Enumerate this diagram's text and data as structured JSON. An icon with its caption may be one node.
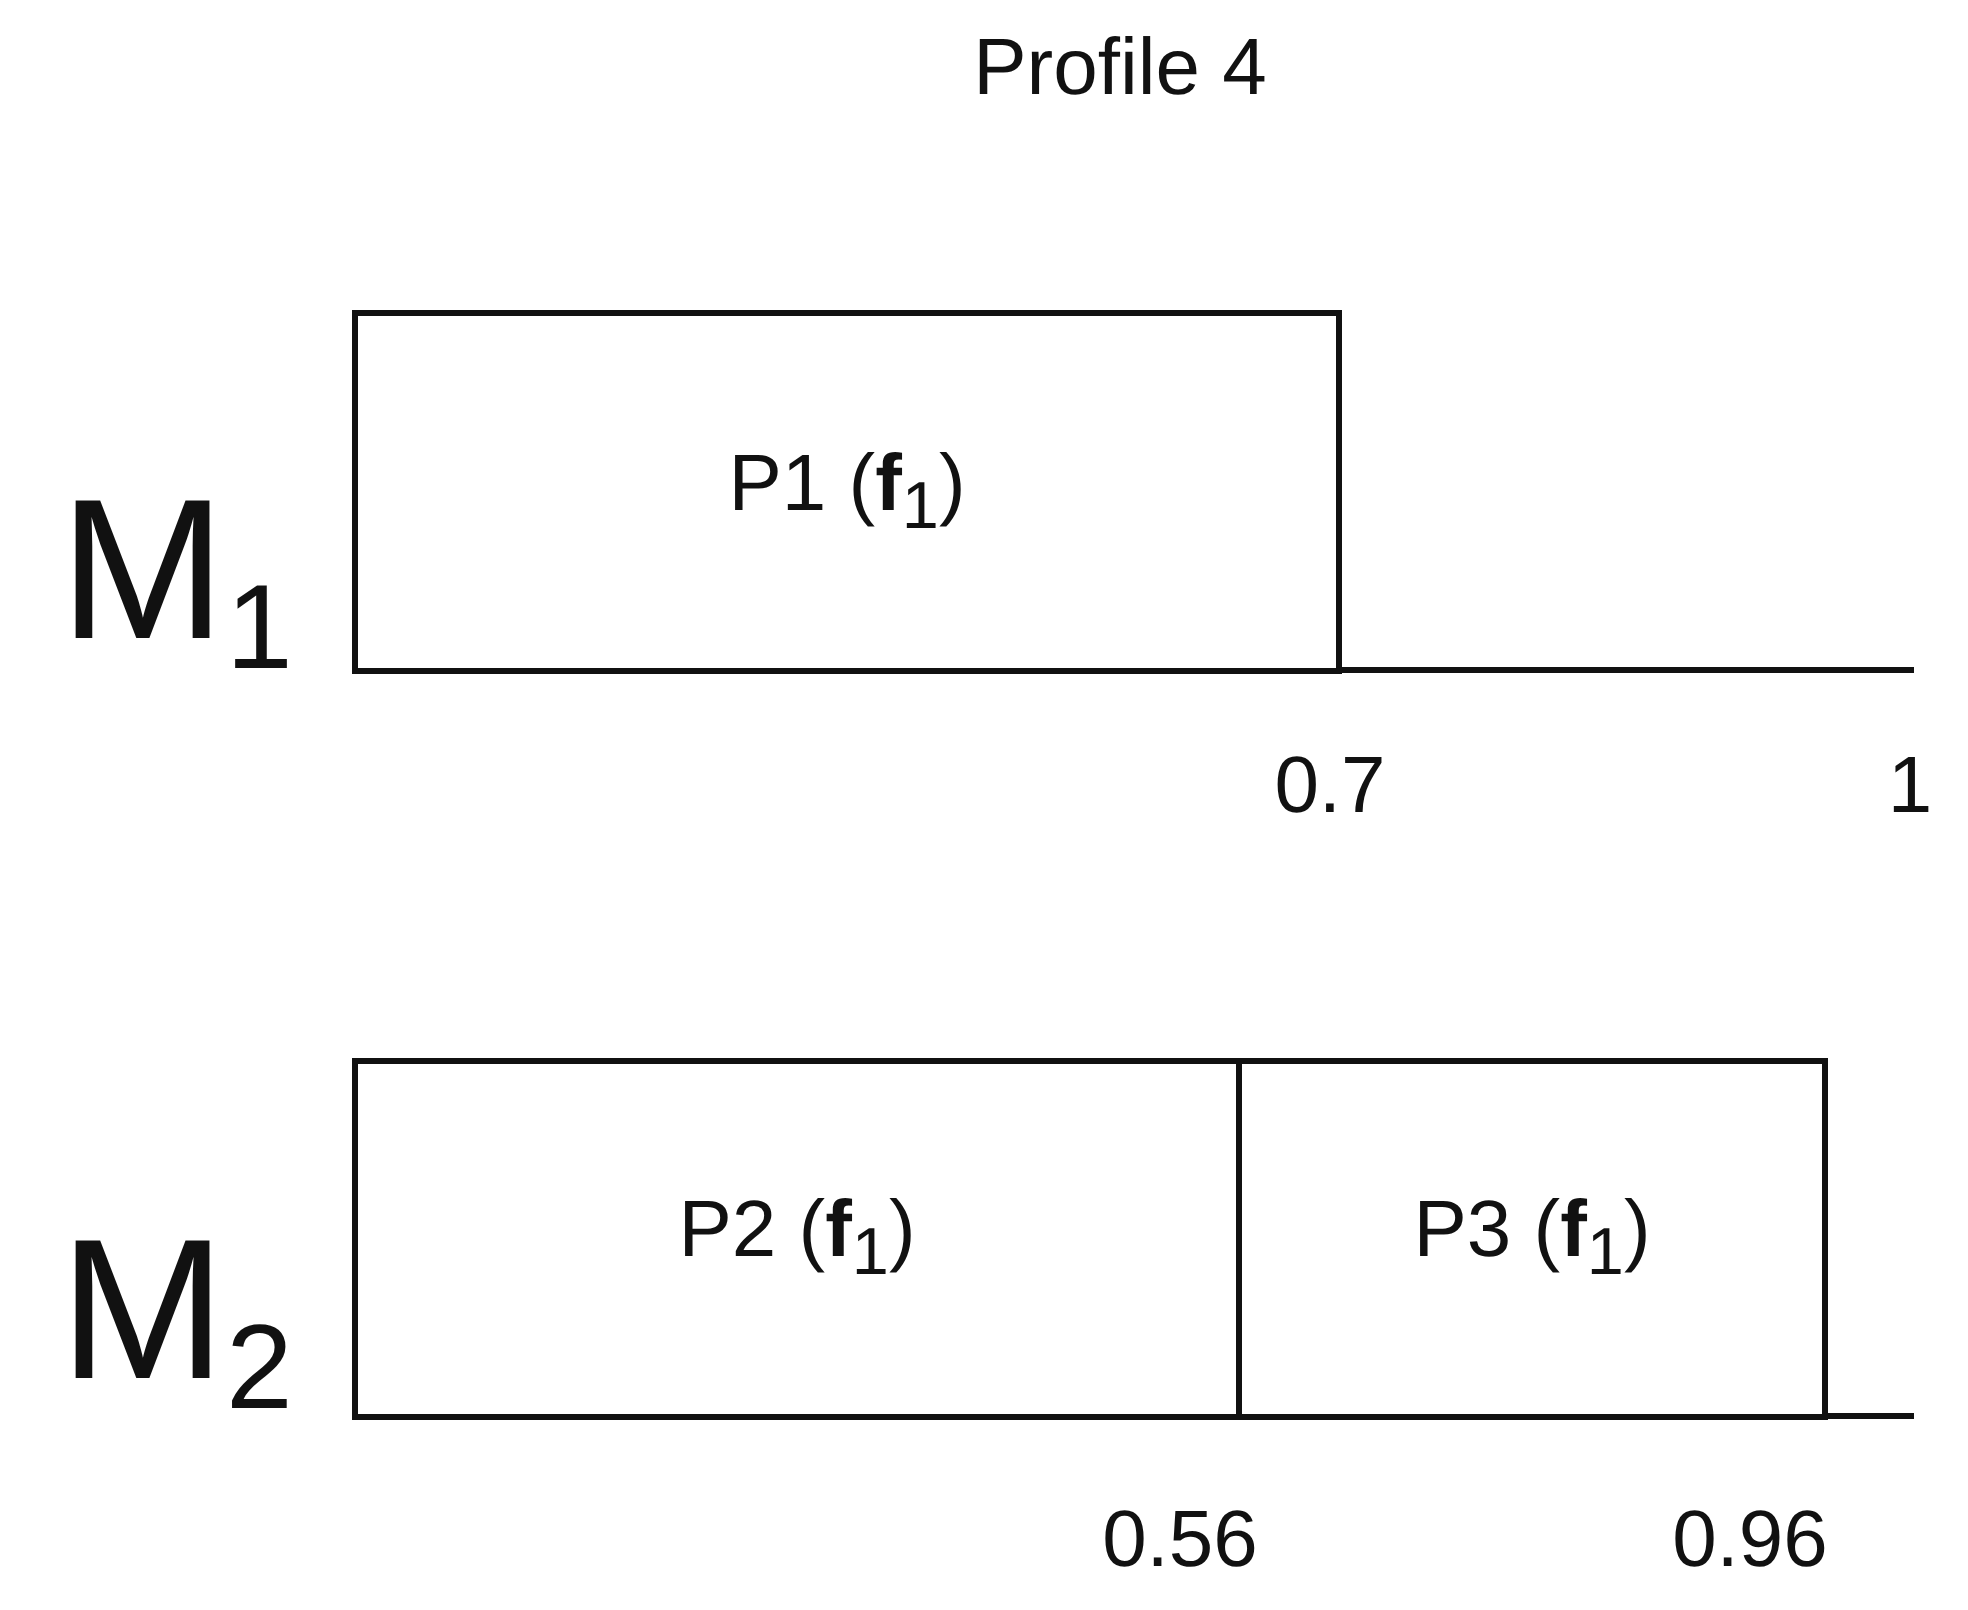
{
  "diagram": {
    "title": "Profile 4",
    "nodes": [
      {
        "text": [
          "P1 (**f**$_{1}$)"
        ]
      },
      {
        "text": [
          "P2 (**f**$_{1}$)"
        ]
      },
      {
        "text": [
          "P3 (**f**$_{1}$)"
        ]
      }
    ],
    "labels": [
      "M$_{1}$",
      "0.7",
      "1",
      "M$_{2}$",
      "0.56",
      "0.96"
    ]
  }
}
